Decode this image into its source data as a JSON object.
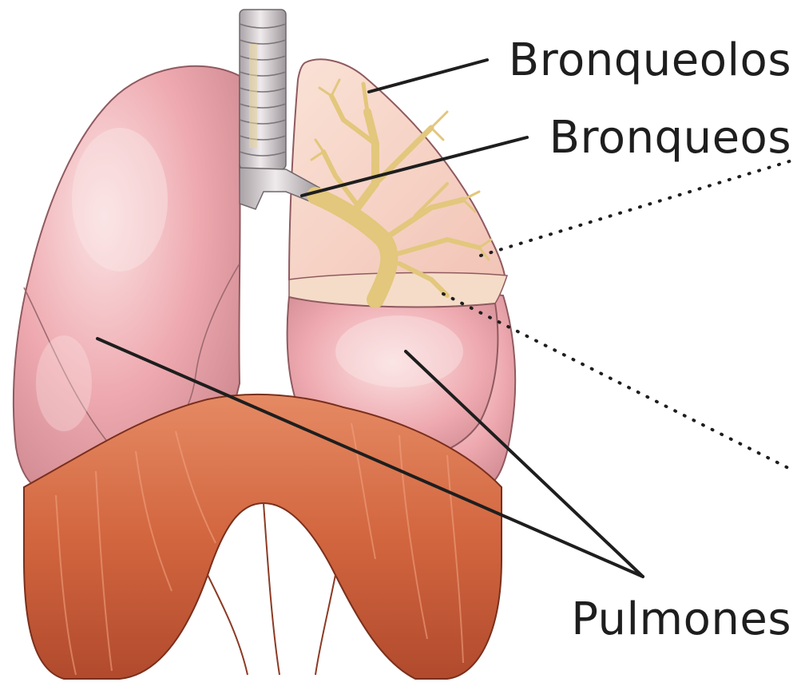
{
  "labels": {
    "bronchioles": "Bronqueolos",
    "bronchi": "Bronqueos",
    "lungs": "Pulmones"
  },
  "colors": {
    "lung": "#eeaab0",
    "lung_shadow": "#c9848c",
    "lung_highlight": "#fbe0e2",
    "cut_surface": "#f7d4c8",
    "bronchus": "#e7cf88",
    "trachea_ring": "#d8d2d4",
    "diaphragm": "#d46a45",
    "diaphragm_dark": "#a8452c",
    "leader_line": "#1e1e1e"
  }
}
